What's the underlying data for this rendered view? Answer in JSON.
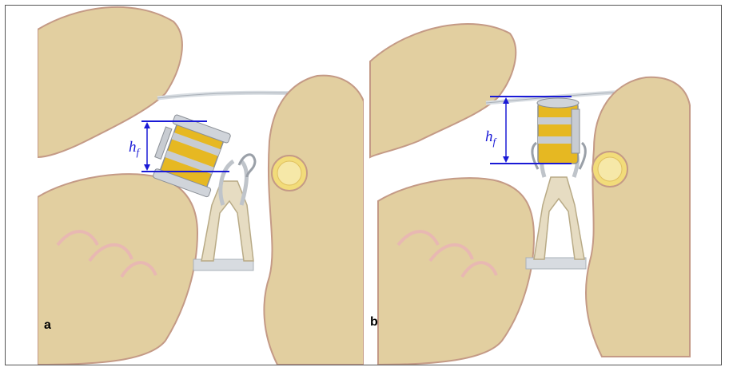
{
  "panels": [
    {
      "letter": "a",
      "height_symbol": "h",
      "height_subscript": "f"
    },
    {
      "letter": "b",
      "height_symbol": "h",
      "height_subscript": "f"
    }
  ],
  "colors": {
    "bone": "#e2cfa0",
    "bone_edge": "#c49a86",
    "membrane": "#d8dde2",
    "device_gold": "#e6b822",
    "device_silver": "#c8ccd2",
    "measure_line": "#1a1ad6",
    "frame": "#555555"
  },
  "icons": [
    "ossicle-prosthesis-icon",
    "bone-tissue-icon",
    "membrane-icon"
  ]
}
